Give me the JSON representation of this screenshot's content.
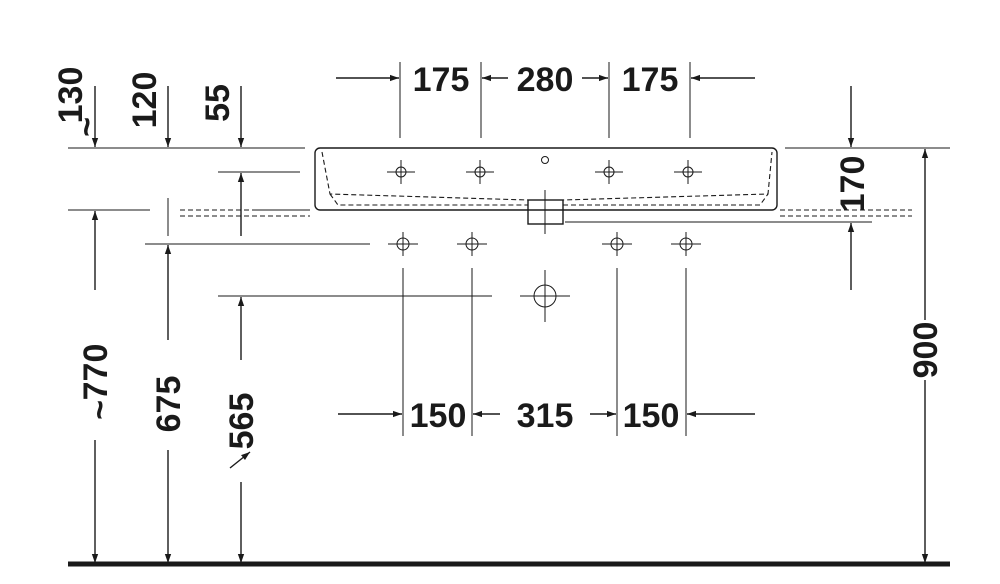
{
  "dimensions": {
    "top_spacing": [
      "175",
      "280",
      "175"
    ],
    "bottom_spacing": [
      "150",
      "315",
      "150"
    ],
    "left_drop_1": "130",
    "left_drop_1_approx": "~",
    "left_drop_2": "120",
    "left_drop_3": "55",
    "basin_depth": "170",
    "overall_height": "900",
    "height_770": "770",
    "height_770_approx": "~",
    "height_675": "675",
    "height_565": "565"
  }
}
